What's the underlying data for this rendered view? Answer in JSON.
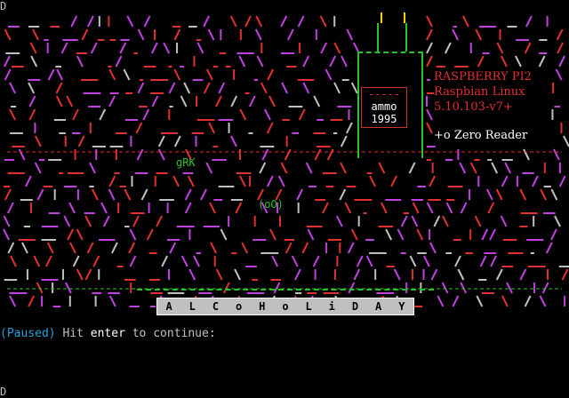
{
  "terminal": {
    "cursor_top": "D",
    "cursor_bottom": "D"
  },
  "bottle": {
    "label_line1": "-----",
    "label_line2": "ammo",
    "label_line3": "1995"
  },
  "sysinfo": {
    "line1": "RASPBERRY PI2",
    "line2": "Raspbian Linux",
    "line3": "5.10.103-v7+",
    "reader": "+o Zero Reader"
  },
  "art": {
    "grk_tag": "gRK",
    "owl": "(oO)"
  },
  "title": {
    "chars": [
      "A",
      "L",
      "C",
      "o",
      "H",
      "o",
      "L",
      "i",
      "D",
      "A",
      "Y"
    ]
  },
  "prompt": {
    "open_bracket": "(",
    "status": "Paused",
    "close_bracket": ")",
    "pre": " Hit ",
    "key": "enter",
    "post": " to continue:"
  },
  "colors": {
    "background": "#000000",
    "red": "#e03030",
    "purple": "#c040e0",
    "green": "#2bc12b",
    "yellow": "#ffd000",
    "white": "#ffffff",
    "gray": "#c0c0c0",
    "cyan": "#22a4d8"
  }
}
